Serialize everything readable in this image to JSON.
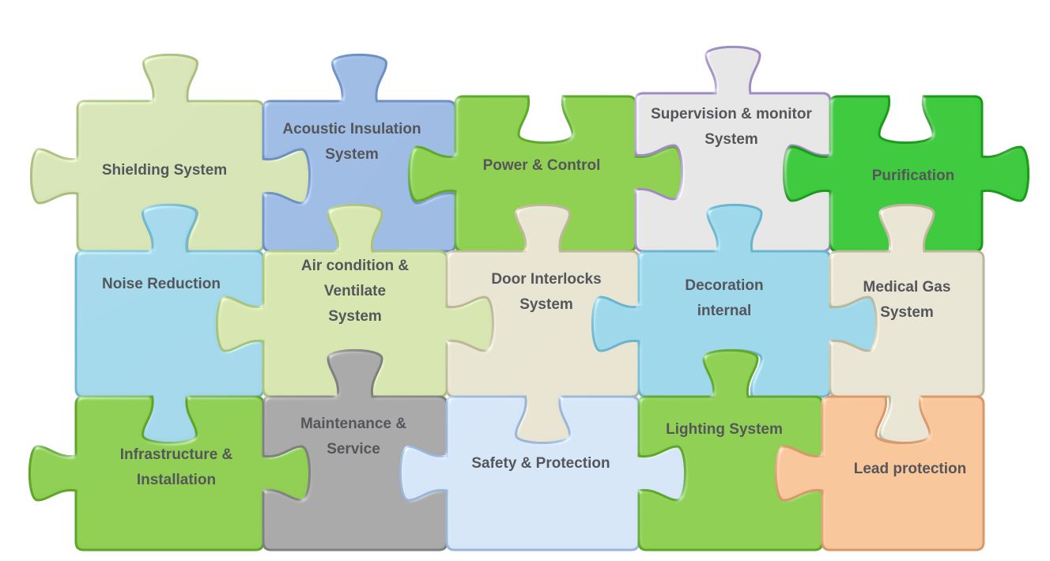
{
  "pieces": [
    {
      "id": "shielding-system",
      "lines": [
        "Shielding System"
      ],
      "fill": "#d6e3b5",
      "stroke": "#aabf7e"
    },
    {
      "id": "acoustic-insulation",
      "lines": [
        "Acoustic Insulation",
        "System"
      ],
      "fill": "#9dbbe3",
      "stroke": "#6d8fc2"
    },
    {
      "id": "power-control",
      "lines": [
        "Power & Control"
      ],
      "fill": "#8ed04f",
      "stroke": "#5fa82c"
    },
    {
      "id": "supervision-monitor",
      "lines": [
        "Supervision & monitor",
        "System"
      ],
      "fill": "#e6e6e6",
      "stroke": "#a08bc4"
    },
    {
      "id": "purification",
      "lines": [
        "Purification"
      ],
      "fill": "#3ec93e",
      "stroke": "#1e9a1e"
    },
    {
      "id": "noise-reduction",
      "lines": [
        "Noise Reduction"
      ],
      "fill": "#a3d8ea",
      "stroke": "#6fb7cf"
    },
    {
      "id": "air-condition-ventilate",
      "lines": [
        "Air condition &",
        "Ventilate",
        "System"
      ],
      "fill": "#d7e6b0",
      "stroke": "#a9c27a"
    },
    {
      "id": "door-interlocks",
      "lines": [
        "Door Interlocks",
        "System"
      ],
      "fill": "#e8e4d2",
      "stroke": "#bdb79a"
    },
    {
      "id": "decoration-internal",
      "lines": [
        "Decoration",
        "internal"
      ],
      "fill": "#9fd8ea",
      "stroke": "#69b5cd"
    },
    {
      "id": "medical-gas",
      "lines": [
        "Medical Gas",
        "System"
      ],
      "fill": "#e9e5d4",
      "stroke": "#bcb69b"
    },
    {
      "id": "infrastructure-installation",
      "lines": [
        "Infrastructure &",
        "Installation"
      ],
      "fill": "#8fce52",
      "stroke": "#5ea52b"
    },
    {
      "id": "maintenance-service",
      "lines": [
        "Maintenance &",
        "Service"
      ],
      "fill": "#a9a9a9",
      "stroke": "#808080"
    },
    {
      "id": "safety-protection",
      "lines": [
        "Safety & Protection"
      ],
      "fill": "#d6e6f8",
      "stroke": "#9ab6d8"
    },
    {
      "id": "lighting-system",
      "lines": [
        "Lighting System"
      ],
      "fill": "#8fd053",
      "stroke": "#5fa72c"
    },
    {
      "id": "lead-protection",
      "lines": [
        "Lead protection"
      ],
      "fill": "#f8c69b",
      "stroke": "#d9986a"
    }
  ]
}
